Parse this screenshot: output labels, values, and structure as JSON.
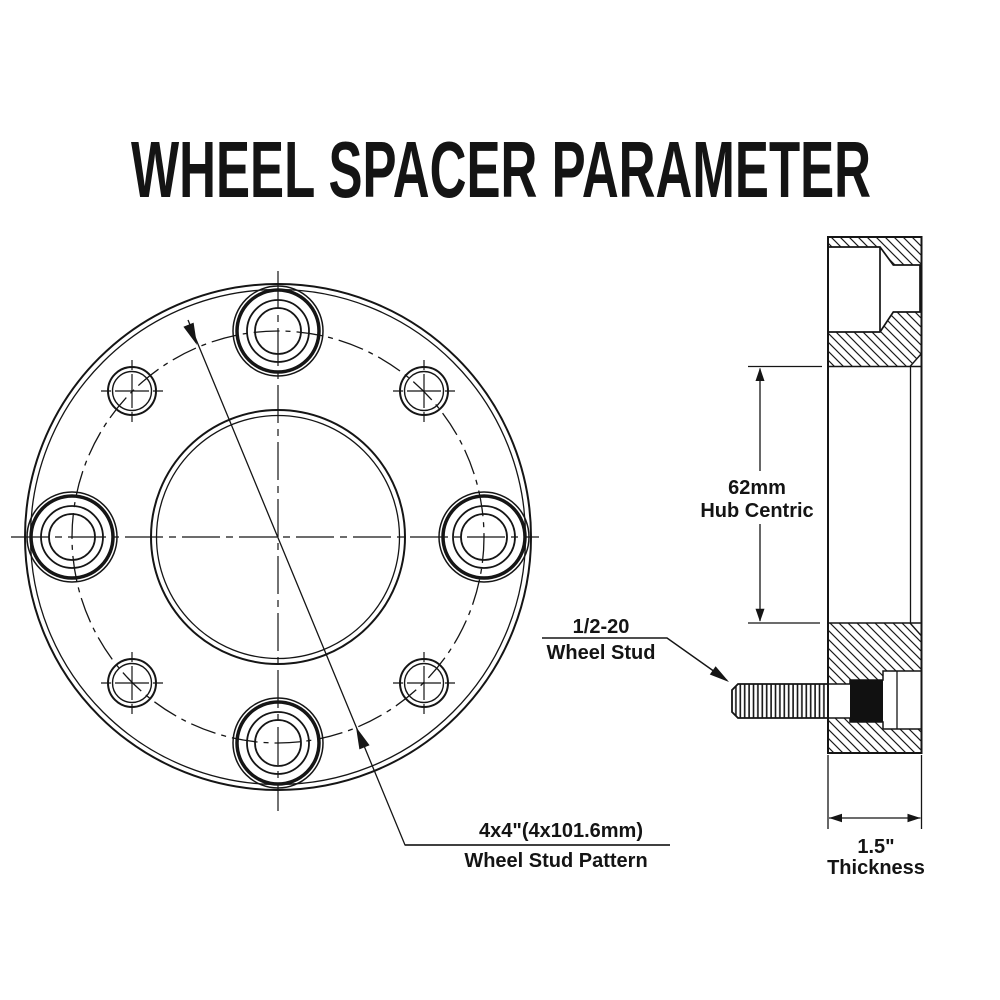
{
  "title": "WHEEL SPACER PARAMETER",
  "colors": {
    "background": "#ffffff",
    "line": "#151515",
    "stud_head_fill": "#111111"
  },
  "front_view": {
    "pattern_label": {
      "line1": "4x4\"(4x101.6mm)",
      "line2": "Wheel Stud Pattern"
    }
  },
  "side_view": {
    "hub_label": {
      "line1": "62mm",
      "line2": "Hub Centric"
    },
    "stud_label": {
      "line1": "1/2-20",
      "line2": "Wheel Stud"
    },
    "thickness_label": {
      "line1": "1.5\"",
      "line2": "Thickness"
    }
  }
}
